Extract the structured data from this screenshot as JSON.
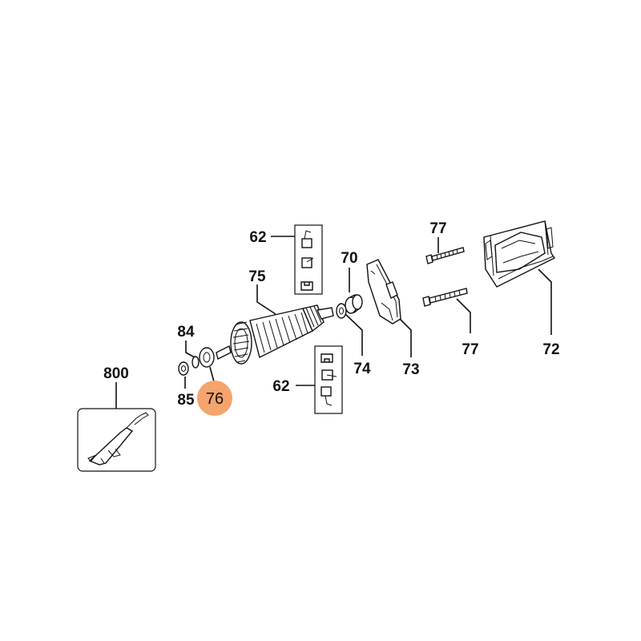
{
  "diagram": {
    "highlight_color": "#f4a46c",
    "highlighted_callout": "76",
    "callouts": {
      "c62_top": "62",
      "c62_bottom": "62",
      "c70": "70",
      "c72": "72",
      "c73": "73",
      "c74": "74",
      "c75": "75",
      "c76": "76",
      "c77_top": "77",
      "c77_bottom": "77",
      "c84": "84",
      "c85": "85",
      "c800": "800"
    }
  }
}
